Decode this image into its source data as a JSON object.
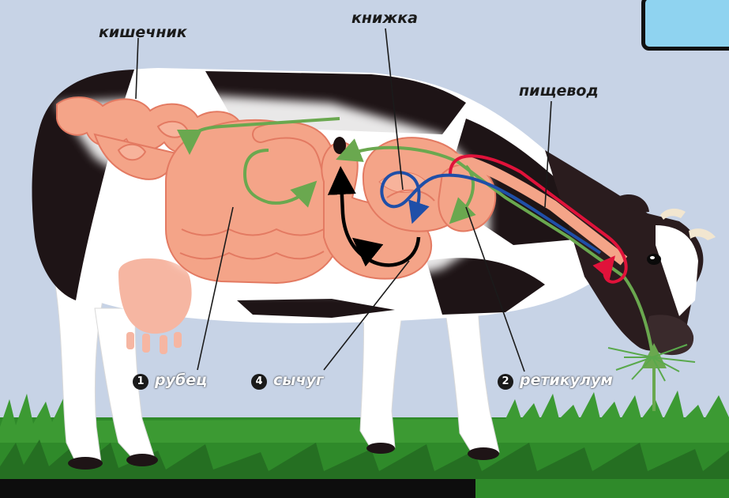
{
  "diagram": {
    "labels": {
      "intestine": "кишечник",
      "omasum": "книжка",
      "esophagus": "пищевод",
      "rumen": {
        "number": "1",
        "text": "рубец"
      },
      "abomasum": {
        "number": "4",
        "text": "сычуг"
      },
      "reticulum": {
        "number": "2",
        "text": "ретикулум"
      }
    },
    "colors": {
      "sky": "#c7d3e6",
      "grass": "#2f8a2a",
      "cow_white": "#ffffff",
      "cow_black": "#1e1416",
      "organ": "#f4a488",
      "organ_edge": "#e37a62",
      "green_arrow": "#6aa84f",
      "red_arrow": "#e0123a",
      "blue_arrow": "#1f4fa8",
      "black_arrow": "#000000"
    }
  }
}
